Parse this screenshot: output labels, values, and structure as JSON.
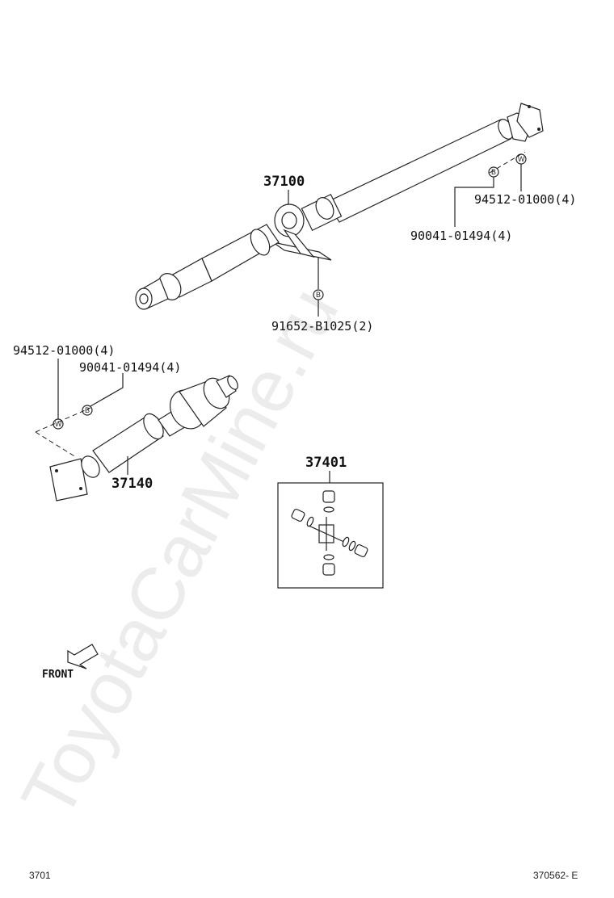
{
  "watermark": "ToyotaCarMine.ru",
  "parts": {
    "rear_shaft_assy": "37100",
    "front_shaft_assy": "37140",
    "spider_kit": "37401",
    "bracket_bolt": "91652-B1025(2)",
    "rear_nut": "94512-01000(4)",
    "rear_bolt": "90041-01494(4)",
    "front_nut": "94512-01000(4)",
    "front_bolt": "90041-01494(4)"
  },
  "markers": {
    "w": "W",
    "b": "B"
  },
  "front_label": "FRONT",
  "footer": {
    "page_code": "3701",
    "figure_code": "370562- E"
  }
}
